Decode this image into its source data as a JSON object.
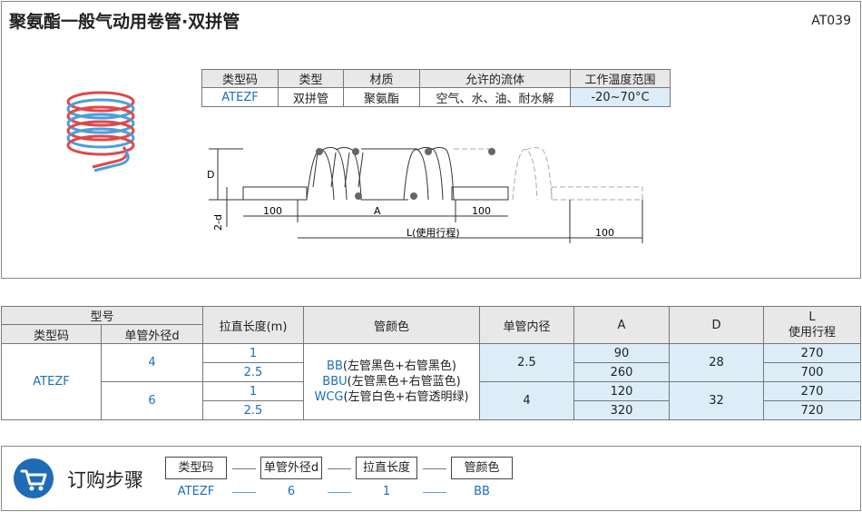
{
  "header": {
    "title": "聚氨酯一般气动用卷管·双拼管",
    "code": "AT039"
  },
  "spec": {
    "headers": [
      "类型码",
      "类型",
      "材质",
      "允许的流体",
      "工作温度范围"
    ],
    "row": [
      "ATEZF",
      "双拼管",
      "聚氨酯",
      "空气、水、油、耐水解",
      "-20~70°C"
    ]
  },
  "diagram": {
    "d_label": "D",
    "d2_label": "2-d",
    "dim_100a": "100",
    "dim_a": "A",
    "dim_100b": "100",
    "dim_l": "L(使用行程)",
    "dim_100c": "100"
  },
  "table": {
    "model_header": "型号",
    "type_code_header": "类型码",
    "outer_d_header": "单管外径d",
    "stretch_header": "拉直长度(m)",
    "color_header": "管颜色",
    "inner_header": "单管内径",
    "a_header": "A",
    "d_header": "D",
    "l_header": "L\n使用行程",
    "type_code": "ATEZF",
    "outer_4": "4",
    "outer_6": "6",
    "stretch": [
      "1",
      "2.5",
      "1",
      "2.5"
    ],
    "colors": {
      "c1_code": "BB",
      "c1_desc": "(左管黑色+右管黑色)",
      "c2_code": "BBU",
      "c2_desc": "(左管黑色+右管蓝色)",
      "c3_code": "WCG",
      "c3_desc": "(左管白色+右管透明绿)"
    },
    "inner": [
      "2.5",
      "4"
    ],
    "a_vals": [
      "90",
      "260",
      "120",
      "320"
    ],
    "d_vals": [
      "28",
      "32"
    ],
    "l_vals": [
      "270",
      "700",
      "270",
      "720"
    ]
  },
  "order": {
    "title": "订购步骤",
    "boxes": [
      "类型码",
      "单管外径d",
      "拉直长度",
      "管颜色"
    ],
    "values": [
      "ATEZF",
      "6",
      "1",
      "BB"
    ]
  },
  "colors": {
    "accent": "#1e6bb6",
    "light_blue": "#dcedf8"
  }
}
